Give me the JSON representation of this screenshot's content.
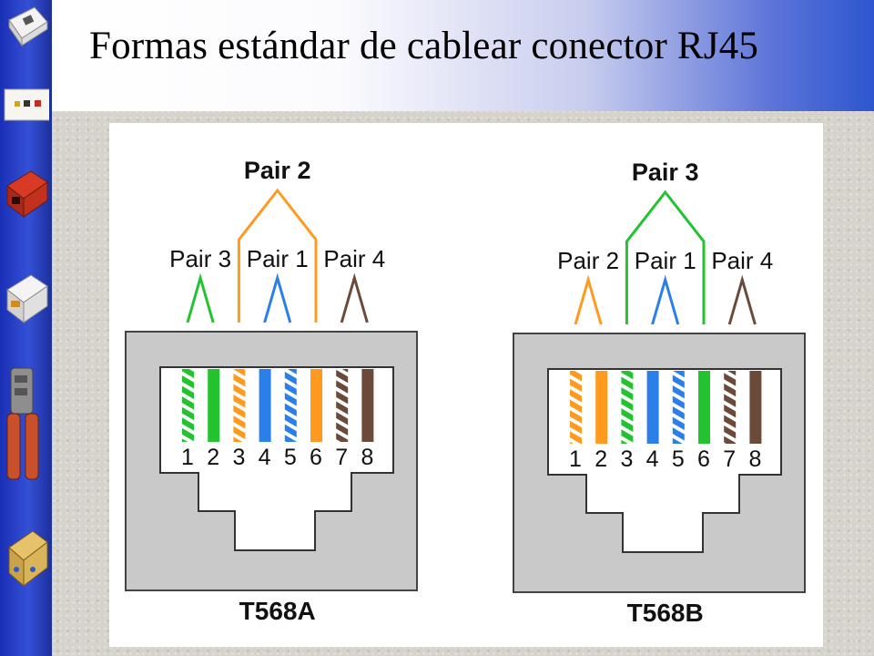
{
  "slide": {
    "title": "Formas estándar de cablear conector RJ45"
  },
  "sidebar_icons": [
    "wall-jack-white-icon",
    "faceplate-icon",
    "keystone-red-icon",
    "surface-box-icon",
    "crimp-tool-icon",
    "punch-block-icon"
  ],
  "colors": {
    "green": "#22c32e",
    "orange": "#ff9a1f",
    "blue": "#2a7fe8",
    "brown": "#6b4a3a",
    "connector_gray": "#c9c9c9",
    "sidebar_blue": "#2a44c8"
  },
  "connectors": [
    {
      "standard": "T568A",
      "pair_labels": [
        "Pair 3",
        "Pair 1",
        "Pair 4"
      ],
      "top_pair_label": "Pair 2",
      "pins": [
        "1",
        "2",
        "3",
        "4",
        "5",
        "6",
        "7",
        "8"
      ],
      "wires": [
        {
          "pin": "1",
          "color": "green",
          "striped": true
        },
        {
          "pin": "2",
          "color": "green",
          "striped": false
        },
        {
          "pin": "3",
          "color": "orange",
          "striped": true
        },
        {
          "pin": "4",
          "color": "blue",
          "striped": false
        },
        {
          "pin": "5",
          "color": "blue",
          "striped": true
        },
        {
          "pin": "6",
          "color": "orange",
          "striped": false
        },
        {
          "pin": "7",
          "color": "brown",
          "striped": true
        },
        {
          "pin": "8",
          "color": "brown",
          "striped": false
        }
      ]
    },
    {
      "standard": "T568B",
      "pair_labels": [
        "Pair 2",
        "Pair 1",
        "Pair 4"
      ],
      "top_pair_label": "Pair 3",
      "pins": [
        "1",
        "2",
        "3",
        "4",
        "5",
        "6",
        "7",
        "8"
      ],
      "wires": [
        {
          "pin": "1",
          "color": "orange",
          "striped": true
        },
        {
          "pin": "2",
          "color": "orange",
          "striped": false
        },
        {
          "pin": "3",
          "color": "green",
          "striped": true
        },
        {
          "pin": "4",
          "color": "blue",
          "striped": false
        },
        {
          "pin": "5",
          "color": "blue",
          "striped": true
        },
        {
          "pin": "6",
          "color": "green",
          "striped": false
        },
        {
          "pin": "7",
          "color": "brown",
          "striped": true
        },
        {
          "pin": "8",
          "color": "brown",
          "striped": false
        }
      ]
    }
  ]
}
